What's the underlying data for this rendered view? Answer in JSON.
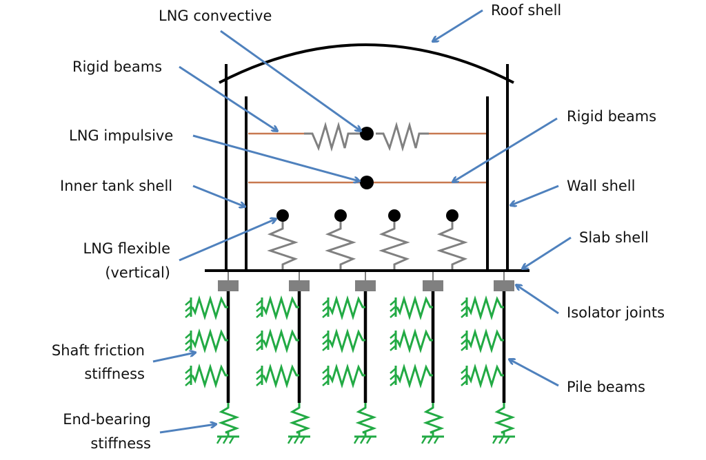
{
  "diagram": {
    "title": "LNG tank seismic isolation model",
    "colors": {
      "structure": "#000000",
      "rigid_beam": "#c87850",
      "lng_spring": "#808080",
      "soil_spring": "#22aa44",
      "isolator": "#808080",
      "arrow": "#4f81bd",
      "mass": "#000000"
    },
    "labels": {
      "lng_convective": "LNG convective",
      "roof_shell": "Roof shell",
      "rigid_beams_left": "Rigid beams",
      "rigid_beams_right": "Rigid beams",
      "lng_impulsive": "LNG impulsive",
      "inner_tank_shell": "Inner tank shell",
      "wall_shell": "Wall shell",
      "lng_flexible_line1": "LNG flexible",
      "lng_flexible_line2": "(vertical)",
      "slab_shell": "Slab shell",
      "isolator_joints": "Isolator joints",
      "shaft_friction_line1": "Shaft friction",
      "shaft_friction_line2": "stiffness",
      "pile_beams": "Pile beams",
      "end_bearing_line1": "End-bearing",
      "end_bearing_line2": "stiffness"
    },
    "components": {
      "piles": 5,
      "shaft_springs_per_pile": 3,
      "lng_flexible_masses": 4,
      "convective_springs": 2
    }
  }
}
